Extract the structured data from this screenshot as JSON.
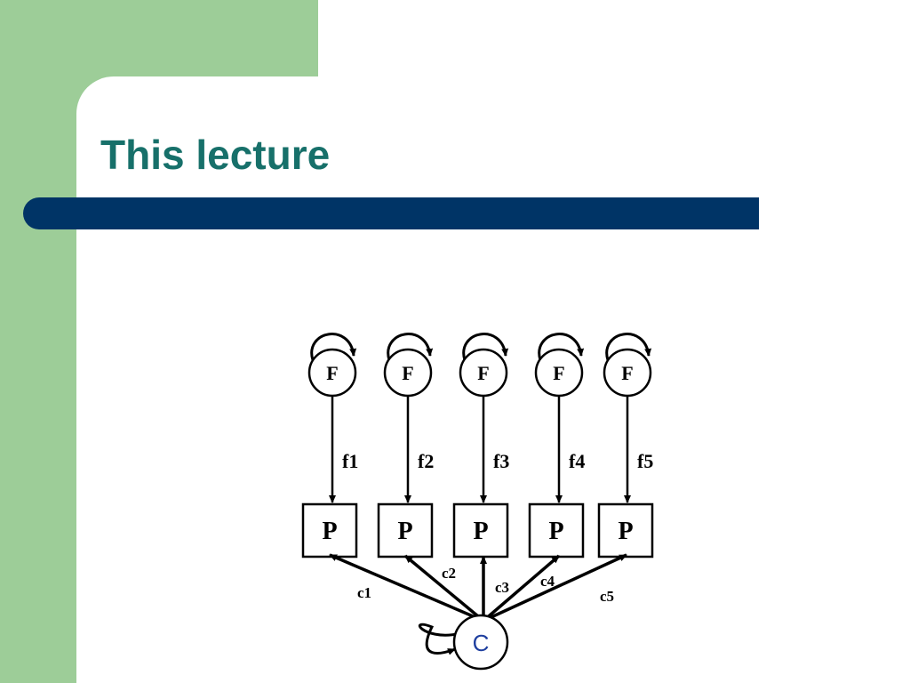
{
  "slide": {
    "title": "This lecture",
    "colors": {
      "sidebar_green": "#9dcd98",
      "title_teal": "#17706a",
      "title_bar_navy": "#003466",
      "common_factor_text": "#1f3f9f"
    }
  },
  "diagram": {
    "specific_factor_nodes": [
      "F",
      "F",
      "F",
      "F",
      "F"
    ],
    "phenotype_nodes": [
      "P",
      "P",
      "P",
      "P",
      "P"
    ],
    "specific_loadings": [
      "f1",
      "f2",
      "f3",
      "f4",
      "f5"
    ],
    "common_factor": "C",
    "common_loadings": [
      "c1",
      "c2",
      "c3",
      "c4",
      "c5"
    ]
  }
}
